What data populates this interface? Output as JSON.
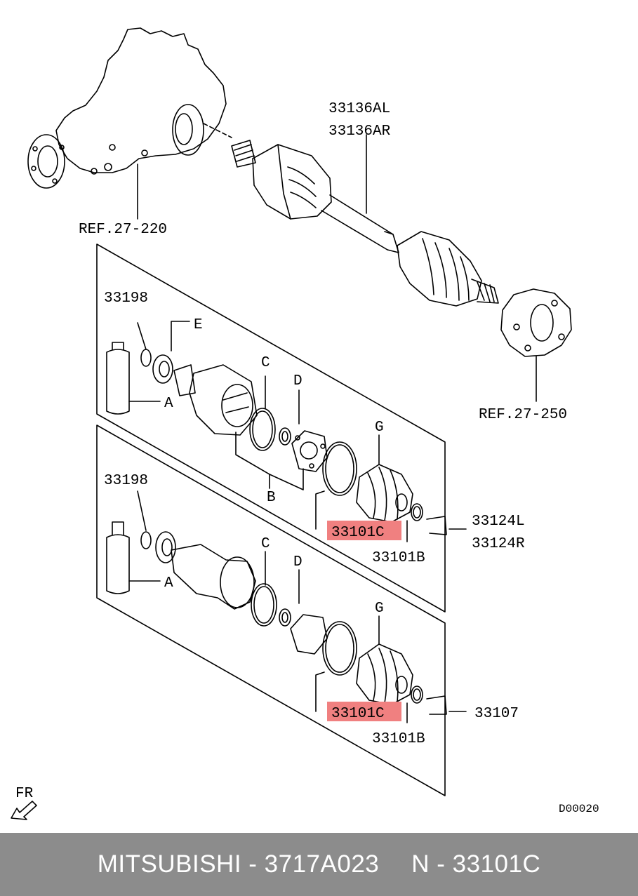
{
  "labels": {
    "shaft_l": "33136AL",
    "shaft_r": "33136AR",
    "ref_diff": "REF.27-220",
    "ref_hub": "REF.27-250",
    "circlip_top": "33198",
    "circlip_bottom": "33198",
    "boot_kit_l": "33124L",
    "boot_kit_r": "33124R",
    "band_top": "33101C",
    "band_bottom": "33101C",
    "clamp_top": "33101B",
    "clamp_bottom": "33101B",
    "boot_kit_bottom": "33107",
    "letter_a_top": "A",
    "letter_a_bottom": "A",
    "letter_b": "B",
    "letter_c_top": "C",
    "letter_c_bottom": "C",
    "letter_d_top": "D",
    "letter_d_bottom": "D",
    "letter_e": "E",
    "letter_g_top": "G",
    "letter_g_bottom": "G",
    "direction": "FR",
    "drawing_code": "D00020"
  },
  "footer": {
    "brand_part": "MITSUBISHI - 3717A023",
    "ref_part": "N - 33101C"
  },
  "colors": {
    "highlight": "#f08080",
    "footer_bg": "#8c8c8c",
    "footer_text": "#ffffff"
  }
}
